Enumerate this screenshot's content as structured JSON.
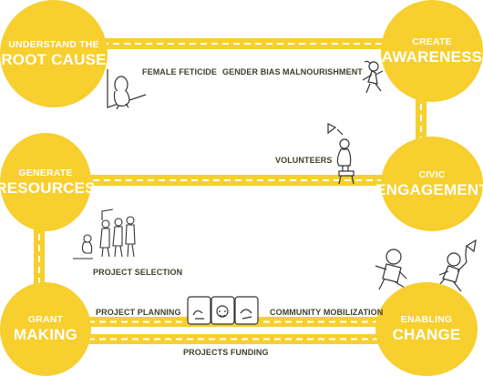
{
  "colors": {
    "circle": "#f7cf2e",
    "road": "#f6d02e",
    "road_dash": "#ffffff",
    "label_text": "#3f3f2a",
    "node_text": "#ffffff",
    "sketch": "#333333"
  },
  "nodes": {
    "root_cause": {
      "line1": "UNDERSTAND THE",
      "line2": "ROOT CAUSE"
    },
    "awareness": {
      "line1": "CREATE",
      "line2": "AWARENESS"
    },
    "resources": {
      "line1": "GENERATE",
      "line2": "RESOURCES"
    },
    "engagement": {
      "line1": "CIVIC",
      "line2": "ENGAGEMENT"
    },
    "grant": {
      "line1": "GRANT",
      "line2": "MAKING"
    },
    "change": {
      "line1": "ENABLING",
      "line2": "CHANGE"
    }
  },
  "labels": {
    "female_feticide": "FEMALE FETICIDE",
    "gender_bias": "GENDER BIAS",
    "malnourishment": "MALNOURISHMENT",
    "volunteers": "VOLUNTEERS",
    "project_selection": "PROJECT SELECTION",
    "project_planning": "PROJECT PLANNING",
    "community_mobilization": "COMMUNITY MOBILIZATION",
    "projects_funding": "PROJECTS FUNDING"
  },
  "illustrations": [
    "sitting-child-sketch",
    "running-girl-sketch",
    "megaphone-girl-sketch",
    "group-meeting-sketch",
    "three-panel-faces-sketch",
    "running-children-kite-sketch"
  ]
}
